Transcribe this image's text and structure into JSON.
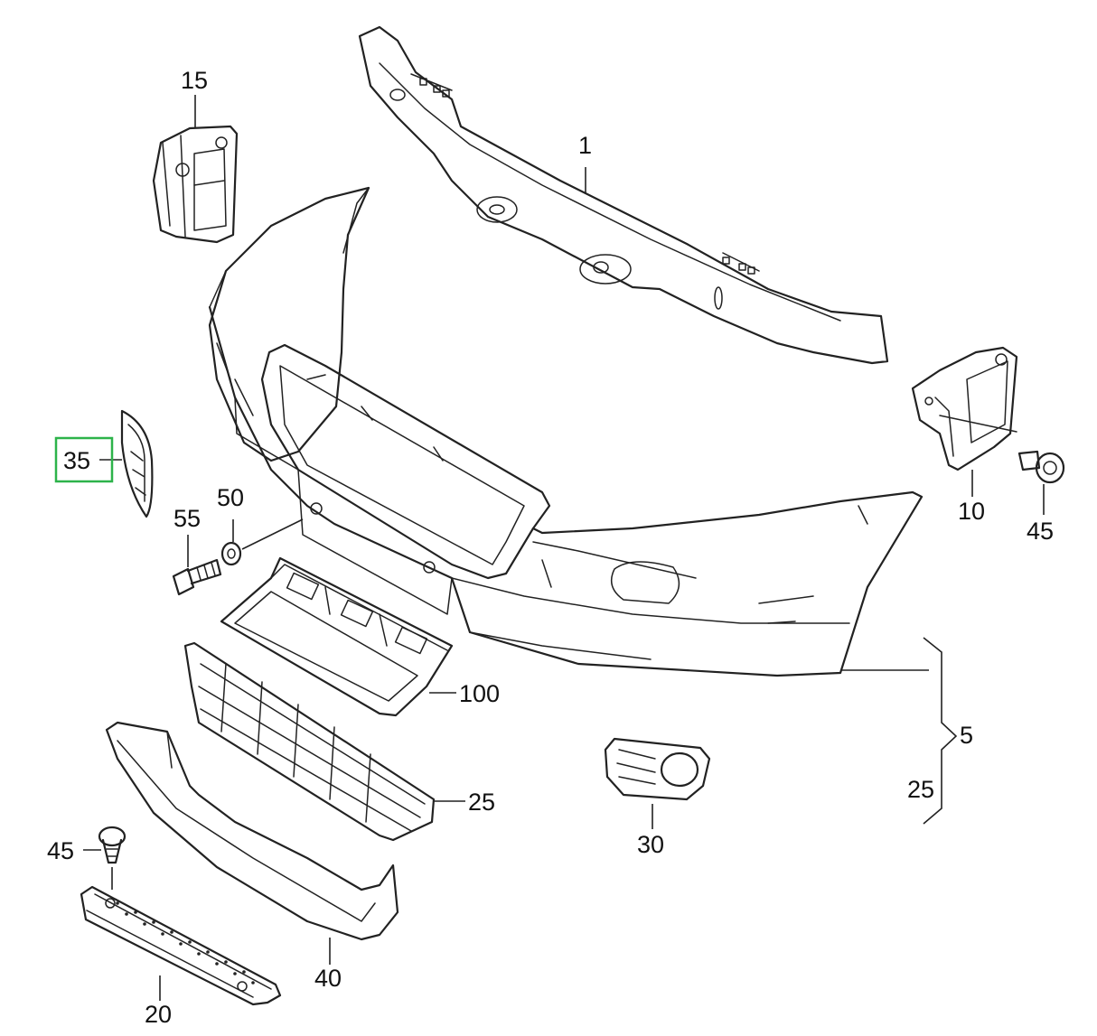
{
  "diagram": {
    "highlight_color": "#2db34a",
    "highlighted_callout": "35",
    "callouts": [
      {
        "id": "c1",
        "text": "1"
      },
      {
        "id": "c15",
        "text": "15"
      },
      {
        "id": "c35",
        "text": "35"
      },
      {
        "id": "c55",
        "text": "55"
      },
      {
        "id": "c50",
        "text": "50"
      },
      {
        "id": "c10",
        "text": "10"
      },
      {
        "id": "c45a",
        "text": "45"
      },
      {
        "id": "c100",
        "text": "100"
      },
      {
        "id": "c5",
        "text": "5"
      },
      {
        "id": "c25a",
        "text": "25"
      },
      {
        "id": "c25b",
        "text": "25"
      },
      {
        "id": "c30",
        "text": "30"
      },
      {
        "id": "c45b",
        "text": "45"
      },
      {
        "id": "c40",
        "text": "40"
      },
      {
        "id": "c20",
        "text": "20"
      }
    ]
  }
}
